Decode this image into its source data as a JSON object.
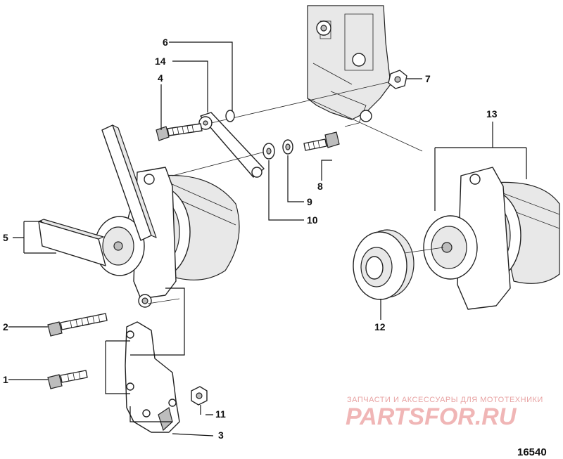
{
  "diagram": {
    "figure_number": "16540",
    "callouts": {
      "c1": "1",
      "c2": "2",
      "c3": "3",
      "c4": "4",
      "c5": "5",
      "c6": "6",
      "c7": "7",
      "c8": "8",
      "c9": "9",
      "c10": "10",
      "c11": "11",
      "c12": "12",
      "c13": "13",
      "c14": "14"
    }
  },
  "watermark": {
    "tagline": "ЗАПЧАСТИ И АКСЕССУАРЫ ДЛЯ МОТОТЕХНИКИ",
    "logo_text": "PARTSFOR.RU",
    "color": "#f0b6b6"
  }
}
